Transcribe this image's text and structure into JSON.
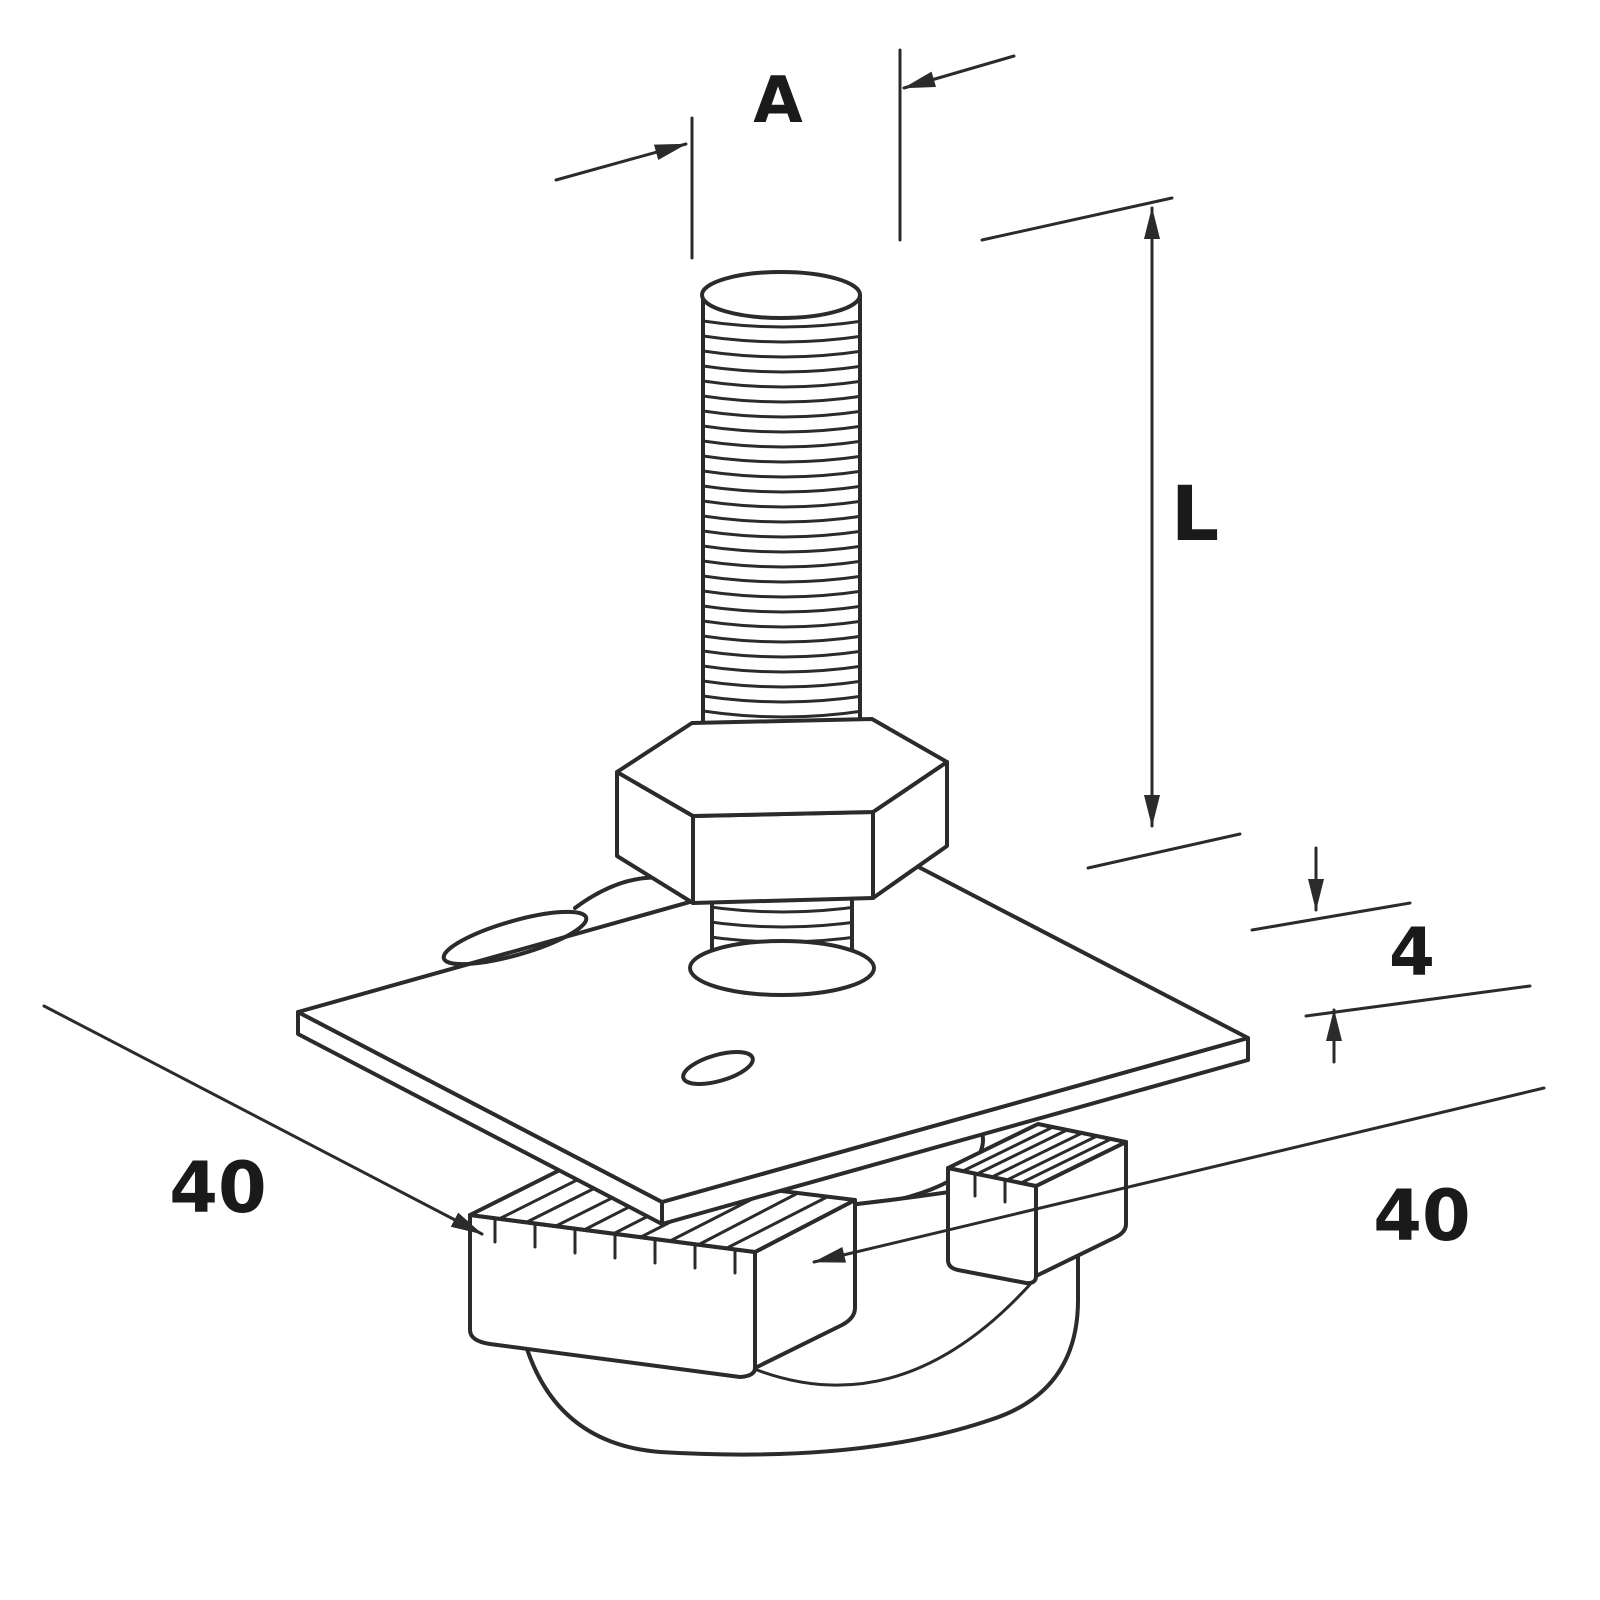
{
  "colors": {
    "background": "#ffffff",
    "line": "#2b2b2b",
    "text": "#1a1a1a"
  },
  "dimensions": {
    "thread_size_label": "A",
    "length_label": "L",
    "plate_thickness_label": "4",
    "plate_width_label": "40",
    "plate_depth_label": "40"
  }
}
